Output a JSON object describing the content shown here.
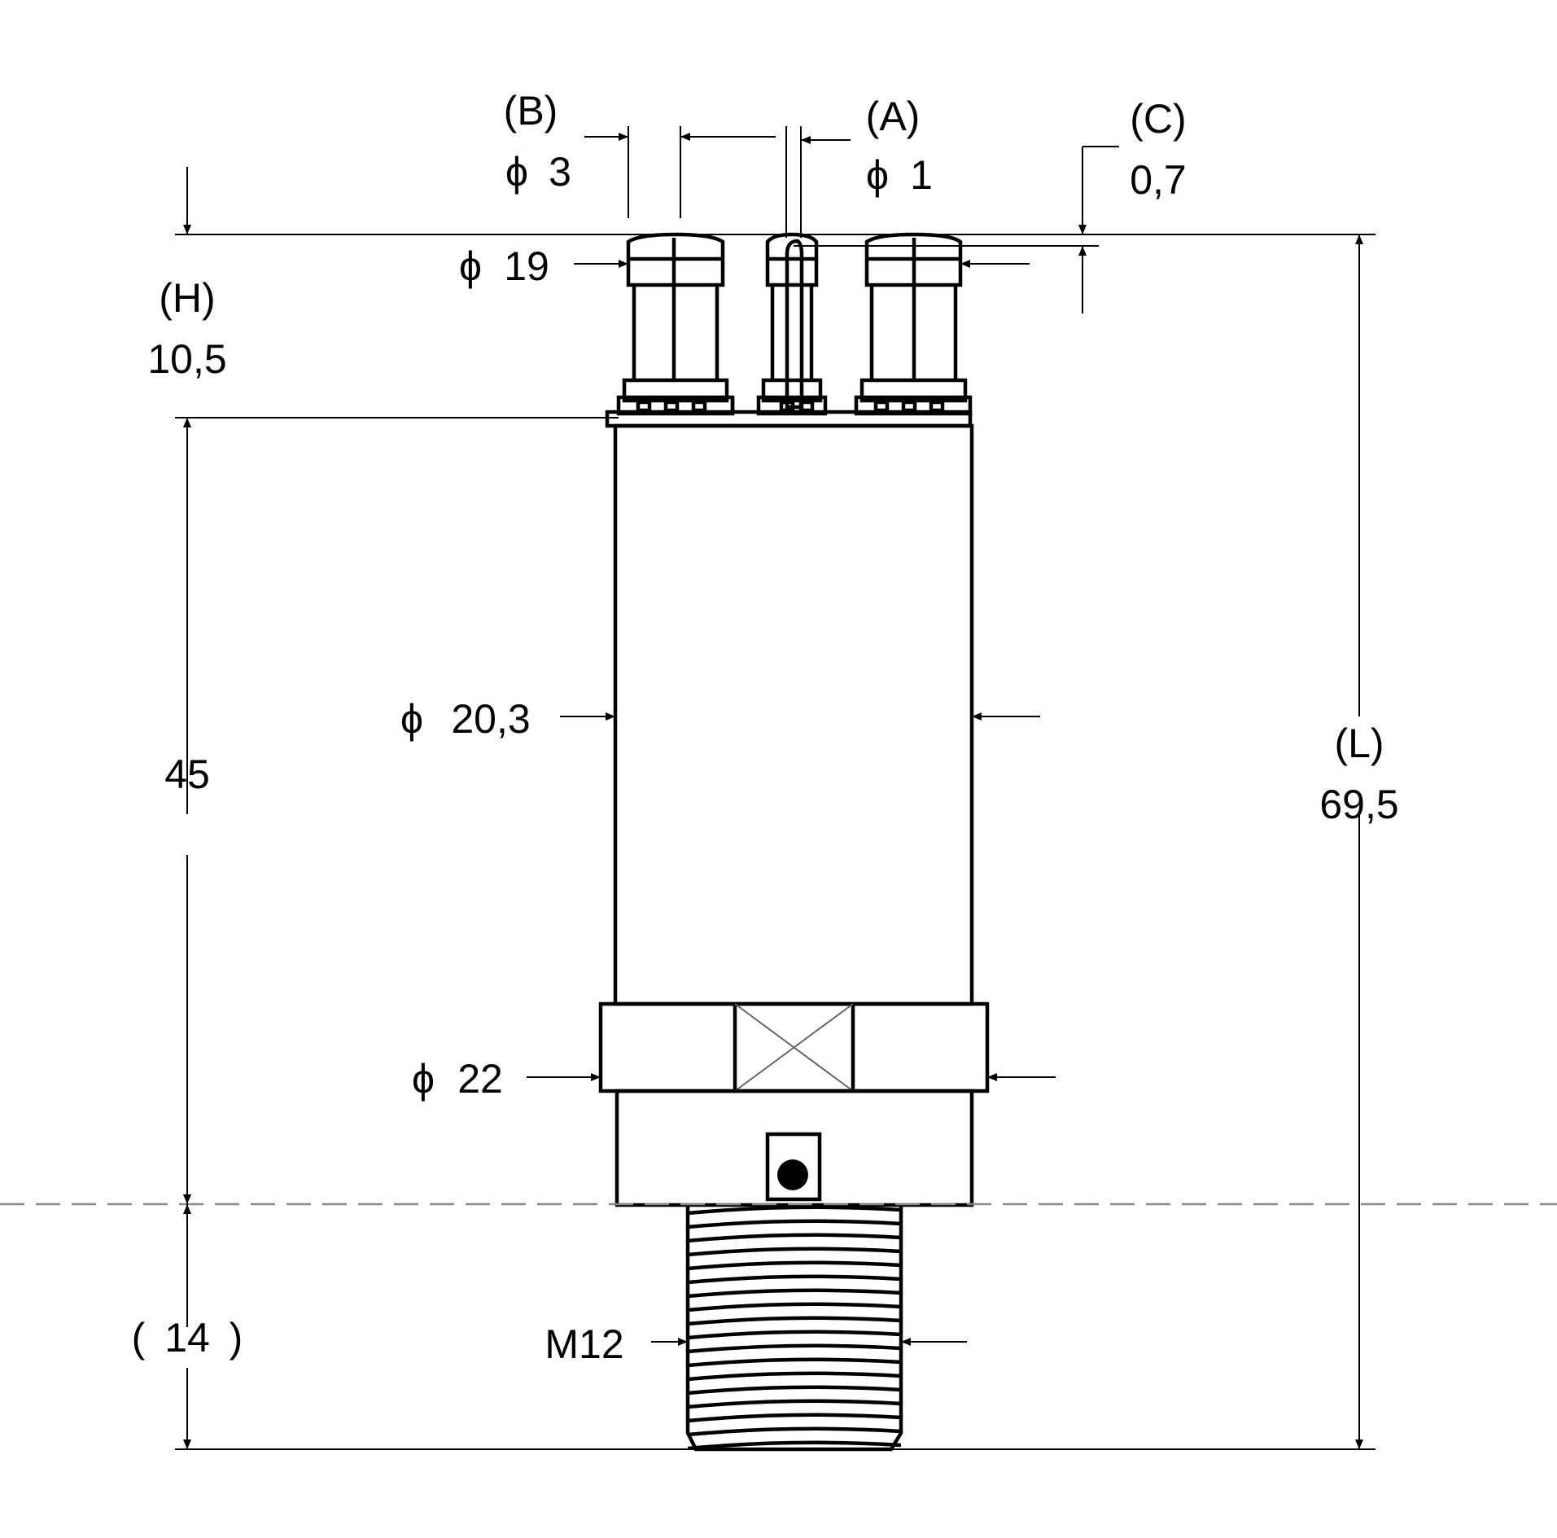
{
  "labels": {
    "b_label": "(B)",
    "b_value": "3",
    "a_label": "(A)",
    "a_value": "1",
    "c_label": "(C)",
    "c_value": "0,7",
    "d19": "19",
    "h_label": "(H)",
    "h_value": "10,5",
    "d20_3": "20,3",
    "dim45": "45",
    "l_label": "(L)",
    "l_value": "69,5",
    "d22": "22",
    "dim14": "14",
    "m12": "M12"
  },
  "symbols": {
    "diameter": "ϕ",
    "paren_open": "(",
    "paren_close": ")"
  }
}
